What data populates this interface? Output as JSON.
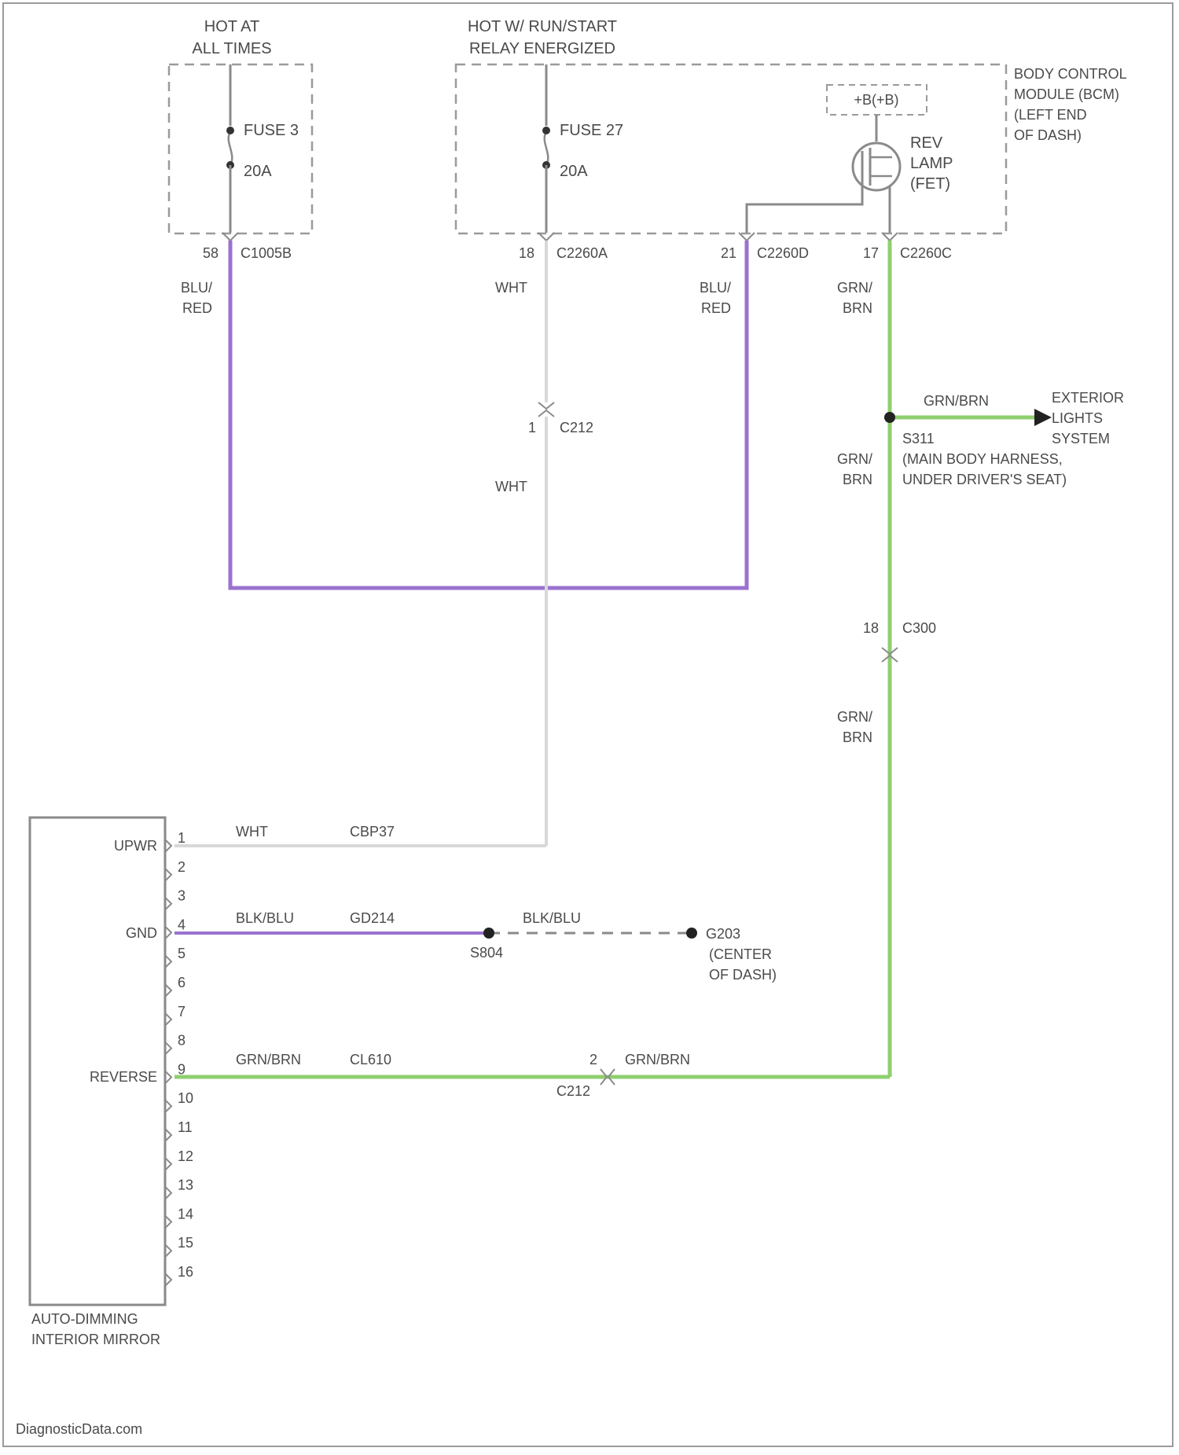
{
  "power": {
    "hot_at_all_times": [
      "HOT AT",
      "ALL TIMES"
    ],
    "hot_in_run": [
      "HOT W/ RUN/START",
      "RELAY ENERGIZED"
    ],
    "fuse_3": "FUSE 3",
    "fuse_3_rating": "20A",
    "fuse_27": "FUSE 27",
    "fuse_27_rating": "20A"
  },
  "bcm": {
    "label": [
      "BODY CONTROL",
      "MODULE (BCM)",
      "(LEFT END",
      "OF DASH)"
    ],
    "b_plus": "+B(+B)",
    "rev_lamp": [
      "REV",
      "LAMP",
      "(FET)"
    ]
  },
  "connectors": {
    "c1": {
      "pin": "58",
      "name": "C1005B"
    },
    "c2": {
      "pin": "18",
      "name": "C2260A"
    },
    "c3": {
      "pin": "21",
      "name": "C2260D"
    },
    "c4": {
      "pin": "17",
      "name": "C2260C"
    },
    "c212_top": {
      "pin": "1",
      "name": "C212"
    },
    "c300": {
      "pin": "18",
      "name": "C300"
    },
    "c212_bottom": {
      "pin": "2",
      "name": "C212"
    }
  },
  "wires": {
    "blu_red": [
      "BLU/",
      "RED"
    ],
    "wht": "WHT",
    "grn_brn_stack": [
      "GRN/",
      "BRN"
    ],
    "grn_brn": "GRN/BRN",
    "blk_blu": "BLK/BLU",
    "circuit_cbp37": "CBP37",
    "circuit_gd214": "GD214",
    "circuit_cl610": "CL610"
  },
  "splices": {
    "s311": [
      "S311",
      "(MAIN BODY HARNESS,",
      "UNDER DRIVER'S SEAT)"
    ],
    "s804": "S804",
    "g203": [
      "G203",
      "(CENTER",
      "OF DASH)"
    ]
  },
  "exterior_lights": [
    "EXTERIOR",
    "LIGHTS",
    "SYSTEM"
  ],
  "mirror": {
    "label": [
      "AUTO-DIMMING",
      "INTERIOR MIRROR"
    ],
    "pin_labels": {
      "upwr": "UPWR",
      "gnd": "GND",
      "reverse": "REVERSE"
    },
    "pins": [
      "1",
      "2",
      "3",
      "4",
      "5",
      "6",
      "7",
      "8",
      "9",
      "10",
      "11",
      "12",
      "13",
      "14",
      "15",
      "16"
    ]
  },
  "watermark": "DiagnosticData.com",
  "colors": {
    "purple": "#9b72cf",
    "green": "#8fcf6f",
    "white_wire": "#d8d8d8",
    "dark_wire": "#8a8a8a",
    "dashed_box": "#9a9a9a",
    "text": "#4a4a4a"
  }
}
